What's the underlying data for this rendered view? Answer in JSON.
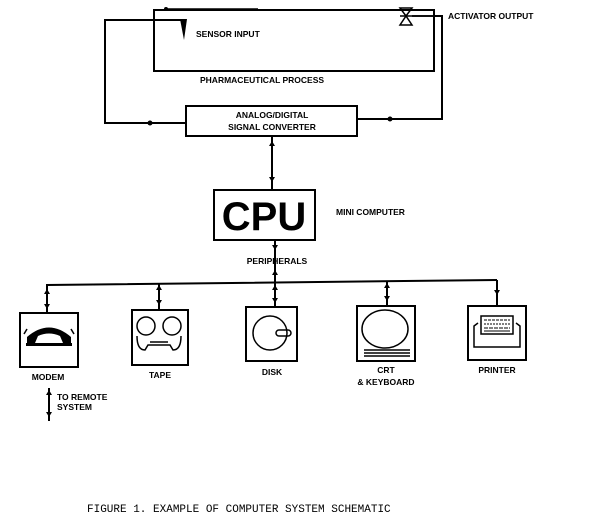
{
  "diagram": {
    "process": {
      "label": "PHARMACEUTICAL PROCESS",
      "sensor_label": "SENSOR INPUT",
      "activator_label": "ACTIVATOR OUTPUT"
    },
    "converter": {
      "line1": "ANALOG/DIGITAL",
      "line2": "SIGNAL CONVERTER"
    },
    "cpu": {
      "label": "CPU",
      "side_label": "MINI COMPUTER",
      "bus_label": "PERIPHERALS"
    },
    "peripherals": [
      {
        "id": "modem",
        "label_line1": "MODEM",
        "label_line2": "",
        "icon": "telephone-icon"
      },
      {
        "id": "tape",
        "label_line1": "TAPE",
        "label_line2": "",
        "icon": "tape-reel-icon"
      },
      {
        "id": "disk",
        "label_line1": "DISK",
        "label_line2": "",
        "icon": "disk-icon"
      },
      {
        "id": "crt",
        "label_line1": "CRT",
        "label_line2": "& KEYBOARD",
        "icon": "crt-monitor-icon"
      },
      {
        "id": "printer",
        "label_line1": "PRINTER",
        "label_line2": "",
        "icon": "printer-icon"
      }
    ],
    "remote": {
      "line1": "TO REMOTE",
      "line2": "SYSTEM"
    },
    "caption": "FIGURE 1. EXAMPLE OF COMPUTER SYSTEM SCHEMATIC"
  }
}
